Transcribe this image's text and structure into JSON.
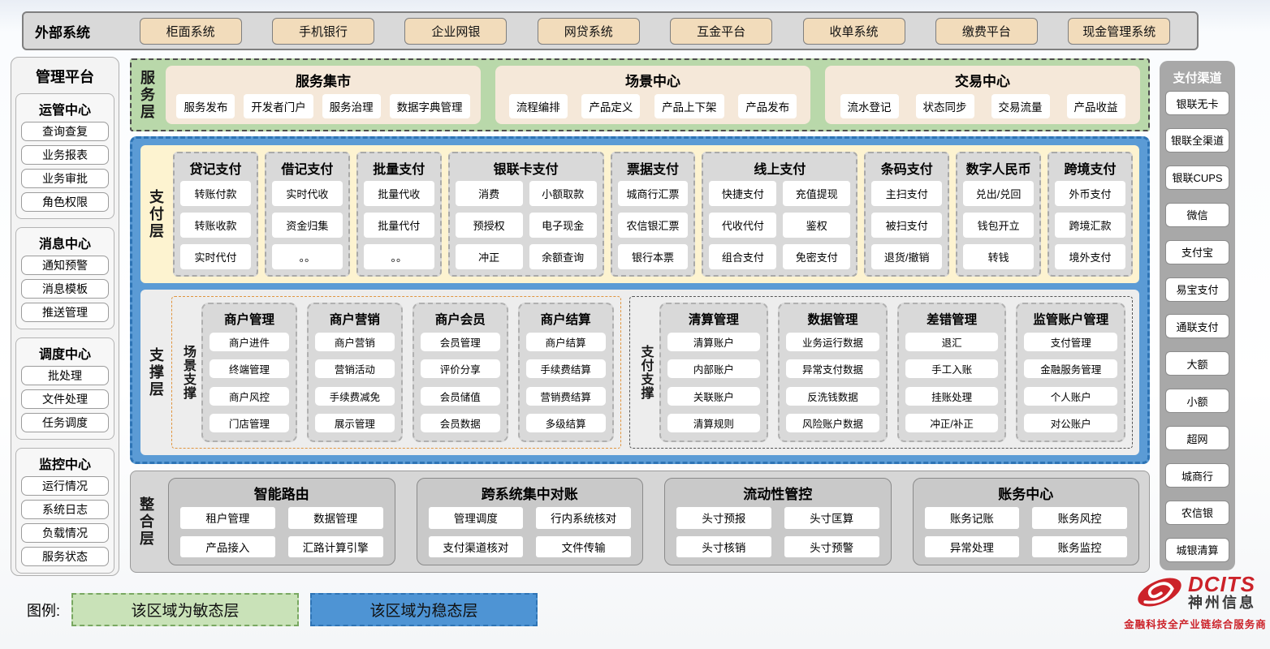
{
  "external_systems": {
    "label": "外部系统",
    "items": [
      "柜面系统",
      "手机银行",
      "企业网银",
      "网贷系统",
      "互金平台",
      "收单系统",
      "缴费平台",
      "现金管理系统"
    ]
  },
  "management": {
    "title": "管理平台",
    "groups": [
      {
        "title": "运管中心",
        "items": [
          "查询查复",
          "业务报表",
          "业务审批",
          "角色权限"
        ]
      },
      {
        "title": "消息中心",
        "items": [
          "通知预警",
          "消息模板",
          "推送管理"
        ]
      },
      {
        "title": "调度中心",
        "items": [
          "批处理",
          "文件处理",
          "任务调度"
        ]
      },
      {
        "title": "监控中心",
        "items": [
          "运行情况",
          "系统日志",
          "负载情况",
          "服务状态"
        ]
      }
    ]
  },
  "service_layer": {
    "label": "服务层",
    "panels": [
      {
        "title": "服务集市",
        "items": [
          "服务发布",
          "开发者门户",
          "服务治理",
          "数据字典管理"
        ]
      },
      {
        "title": "场景中心",
        "items": [
          "流程编排",
          "产品定义",
          "产品上下架",
          "产品发布"
        ]
      },
      {
        "title": "交易中心",
        "items": [
          "流水登记",
          "状态同步",
          "交易流量",
          "产品收益"
        ]
      }
    ]
  },
  "payment_layer": {
    "label": "支付层",
    "groups": [
      {
        "title": "贷记支付",
        "cols": 1,
        "items": [
          "转账付款",
          "转账收款",
          "实时代付"
        ]
      },
      {
        "title": "借记支付",
        "cols": 1,
        "items": [
          "实时代收",
          "资金归集",
          "。。"
        ]
      },
      {
        "title": "批量支付",
        "cols": 1,
        "items": [
          "批量代收",
          "批量代付",
          "。。"
        ]
      },
      {
        "title": "银联卡支付",
        "cols": 2,
        "items": [
          "消费",
          "小额取款",
          "预授权",
          "电子现金",
          "冲正",
          "余额查询"
        ]
      },
      {
        "title": "票据支付",
        "cols": 1,
        "items": [
          "城商行汇票",
          "农信银汇票",
          "银行本票"
        ]
      },
      {
        "title": "线上支付",
        "cols": 2,
        "items": [
          "快捷支付",
          "充值提现",
          "代收代付",
          "鉴权",
          "组合支付",
          "免密支付"
        ]
      },
      {
        "title": "条码支付",
        "cols": 1,
        "items": [
          "主扫支付",
          "被扫支付",
          "退货/撤销"
        ]
      },
      {
        "title": "数字人民币",
        "cols": 1,
        "items": [
          "兑出/兑回",
          "钱包开立",
          "转钱"
        ]
      },
      {
        "title": "跨境支付",
        "cols": 1,
        "items": [
          "外币支付",
          "跨境汇款",
          "境外支付"
        ]
      }
    ]
  },
  "support_layer": {
    "label": "支撑层",
    "sections": [
      {
        "label": "场景支撑",
        "style": "orange",
        "groups": [
          {
            "title": "商户管理",
            "items": [
              "商户进件",
              "终端管理",
              "商户风控",
              "门店管理"
            ]
          },
          {
            "title": "商户营销",
            "items": [
              "商户营销",
              "营销活动",
              "手续费减免",
              "展示管理"
            ]
          },
          {
            "title": "商户会员",
            "items": [
              "会员管理",
              "评价分享",
              "会员储值",
              "会员数据"
            ]
          },
          {
            "title": "商户结算",
            "items": [
              "商户结算",
              "手续费结算",
              "营销费结算",
              "多级结算"
            ]
          }
        ]
      },
      {
        "label": "支付支撑",
        "style": "gray",
        "groups": [
          {
            "title": "清算管理",
            "items": [
              "清算账户",
              "内部账户",
              "关联账户",
              "清算规则"
            ]
          },
          {
            "title": "数据管理",
            "items": [
              "业务运行数据",
              "异常支付数据",
              "反洗钱数据",
              "风险账户数据"
            ]
          },
          {
            "title": "差错管理",
            "items": [
              "退汇",
              "手工入账",
              "挂账处理",
              "冲正/补正"
            ]
          },
          {
            "title": "监管账户管理",
            "items": [
              "支付管理",
              "金融服务管理",
              "个人账户",
              "对公账户"
            ]
          }
        ]
      }
    ]
  },
  "integration_layer": {
    "label": "整合层",
    "groups": [
      {
        "title": "智能路由",
        "items": [
          "租户管理",
          "数据管理",
          "产品接入",
          "汇路计算引擎"
        ]
      },
      {
        "title": "跨系统集中对账",
        "items": [
          "管理调度",
          "行内系统核对",
          "支付渠道核对",
          "文件传输"
        ]
      },
      {
        "title": "流动性管控",
        "items": [
          "头寸预报",
          "头寸匡算",
          "头寸核销",
          "头寸预警"
        ]
      },
      {
        "title": "账务中心",
        "items": [
          "账务记账",
          "账务风控",
          "异常处理",
          "账务监控"
        ]
      }
    ]
  },
  "channels": {
    "title": "支付渠道",
    "items": [
      "银联无卡",
      "银联全渠道",
      "银联CUPS",
      "微信",
      "支付宝",
      "易宝支付",
      "通联支付",
      "大额",
      "小额",
      "超网",
      "城商行",
      "农信银",
      "城银清算"
    ]
  },
  "legend": {
    "label": "图例:",
    "agile": "该区域为敏态层",
    "stable": "该区域为稳态层"
  },
  "logo": {
    "name": "DCITS",
    "cn": "神州信息",
    "tagline": "金融科技全产业链综合服务商"
  },
  "colors": {
    "agile_green": "#b9d8aa",
    "stable_blue": "#5b9bd5",
    "payment_cream": "#fdf3d0",
    "external_beige": "#f2dcbb",
    "group_gray": "#d9d9d9",
    "scene_orange": "#e0953f",
    "brand_red": "#cc2229"
  }
}
